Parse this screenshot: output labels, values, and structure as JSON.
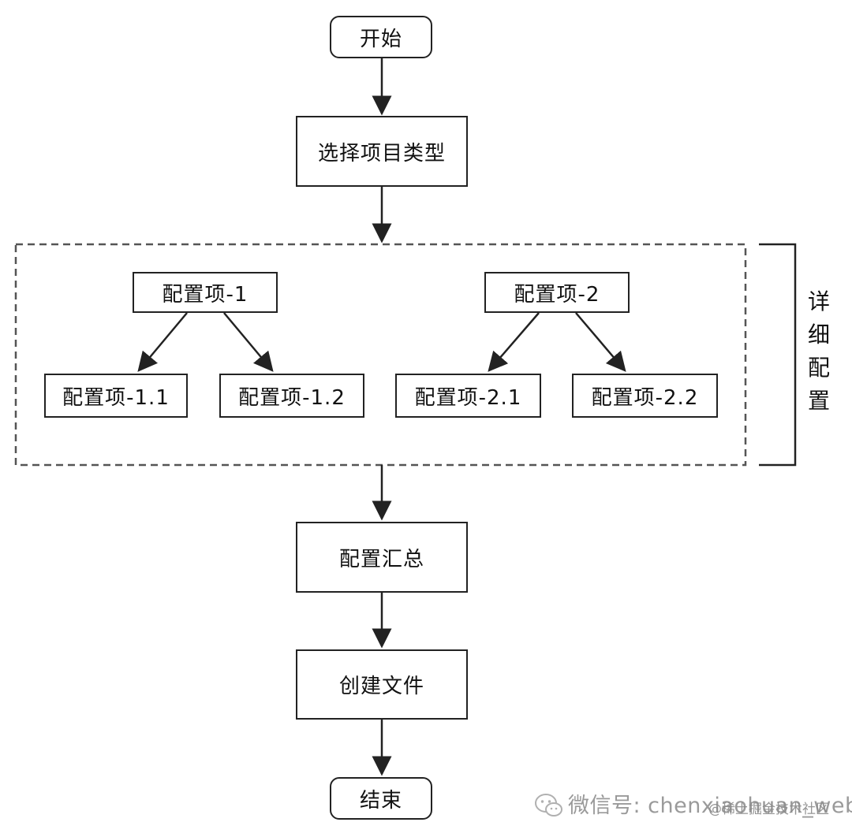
{
  "nodes": {
    "start": "开始",
    "select_type": "选择项目类型",
    "config_1": "配置项-1",
    "config_2": "配置项-2",
    "config_1_1": "配置项-1.1",
    "config_1_2": "配置项-1.2",
    "config_2_1": "配置项-2.1",
    "config_2_2": "配置项-2.2",
    "summary": "配置汇总",
    "create_files": "创建文件",
    "end": "结束"
  },
  "group_label": [
    "详",
    "细",
    "配",
    "置"
  ],
  "watermark": {
    "main": "微信号: chenxiaohuan_web",
    "sub": "@稀土掘金技术社区"
  },
  "colors": {
    "stroke": "#222222",
    "text": "#111111",
    "watermark": "#9a9a9a"
  }
}
